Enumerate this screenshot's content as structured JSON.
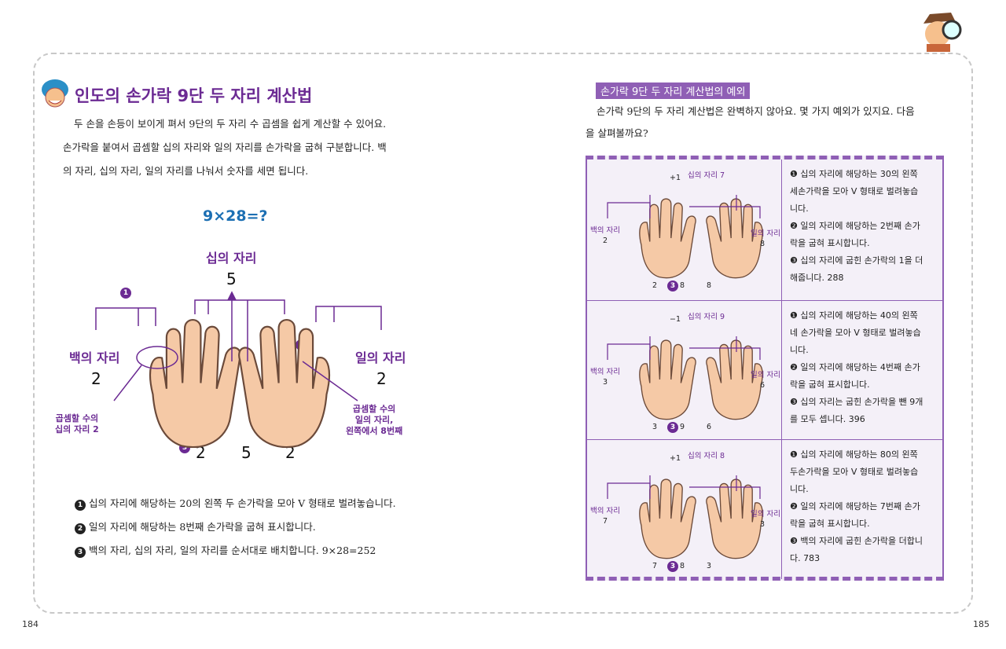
{
  "left_page": {
    "page_number": "184",
    "title": "인도의 손가락 9단 두 자리 계산법",
    "paragraph": [
      "두 손을 손등이 보이게 펴서 9단의 두 자리 수 곱셈을 쉽게 계산할 수 있어요.",
      "손가락을 붙여서 곱셈할 십의 자리와 일의 자리를 손가락을 굽혀 구분합니다. 백",
      "의 자리, 십의 자리, 일의 자리를 나눠서 숫자를 세면 됩니다."
    ],
    "diagram": {
      "equation": "9×28=?",
      "tens_label": "십의 자리",
      "tens_value": "5",
      "hundreds_label": "백의 자리",
      "hundreds_value": "2",
      "ones_label": "일의 자리",
      "ones_value": "2",
      "marker1": "1",
      "marker2": "2",
      "marker3": "3",
      "note_left": [
        "곱셈할 수의",
        "십의 자리 2"
      ],
      "note_right": [
        "곱셈할 수의",
        "일의 자리,",
        "왼쪽에서 8번째"
      ],
      "result": [
        "2",
        "5",
        "2"
      ]
    },
    "steps": [
      {
        "marker": "1",
        "text": "십의 자리에 해당하는 20의 왼쪽 두 손가락을 모아 V 형태로 벌려놓습니다."
      },
      {
        "marker": "2",
        "text": "일의 자리에 해당하는 8번째 손가락을 굽혀 표시합니다."
      },
      {
        "marker": "3",
        "text": "백의 자리, 십의 자리, 일의 자리를 순서대로 배치합니다. 9×28=252"
      }
    ]
  },
  "right_page": {
    "page_number": "185",
    "header": "손가락 9단 두 자리 계산법의 예외",
    "paragraph": [
      "손가락 9단의 두 자리 계산법은 완벽하지 않아요. 몇 가지 예외가 있지요. 다음",
      "을 살펴볼까요?"
    ],
    "examples": [
      {
        "adjust": "+1",
        "tens": "십의 자리 7",
        "hundreds_label": "백의 자리",
        "hundreds": "2",
        "ones_label": "일의 자리",
        "ones": "8",
        "result": [
          "2",
          "8",
          "8"
        ],
        "desc": [
          "❶ 십의 자리에 해당하는 30의 왼쪽",
          "세손가락을 모아 V 형태로 벌려놓습",
          "니다.",
          "❷ 일의 자리에 해당하는 2번째 손가",
          "락을 굽혀 표시합니다.",
          "❸ 십의 자리에 굽힌 손가락의 1을 더",
          "해줍니다. 288"
        ]
      },
      {
        "adjust": "−1",
        "tens": "십의 자리 9",
        "hundreds_label": "백의 자리",
        "hundreds": "3",
        "ones_label": "일의 자리",
        "ones": "6",
        "result": [
          "3",
          "9",
          "6"
        ],
        "desc": [
          "❶ 십의 자리에 해당하는 40의 왼쪽",
          "네 손가락을 모아 V 형태로 벌려놓습",
          "니다.",
          "❷ 일의 자리에 해당하는 4번째 손가",
          "락을 굽혀 표시합니다.",
          "❸ 십의 자리는 굽힌 손가락을 뺀 9개",
          "를 모두 셉니다. 396"
        ]
      },
      {
        "adjust": "+1",
        "tens": "십의 자리 8",
        "hundreds_label": "백의 자리",
        "hundreds": "7",
        "ones_label": "일의 자리",
        "ones": "3",
        "result": [
          "7",
          "8",
          "3"
        ],
        "desc": [
          "❶ 십의 자리에 해당하는 80의 왼쪽",
          "두손가락을 모아 V 형태로 벌려놓습",
          "니다.",
          "❷ 일의 자리에 해당하는 7번째 손가",
          "락을 굽혀 표시합니다.",
          "❸ 백의 자리에 굽힌 손가락을 더합니",
          "다. 783"
        ]
      }
    ]
  },
  "colors": {
    "purple": "#6b2a93",
    "header_bg": "#8f5fb5",
    "blue": "#1c6fb3",
    "skin": "#f5c9a6",
    "table_bg": "#f4f0f8"
  }
}
